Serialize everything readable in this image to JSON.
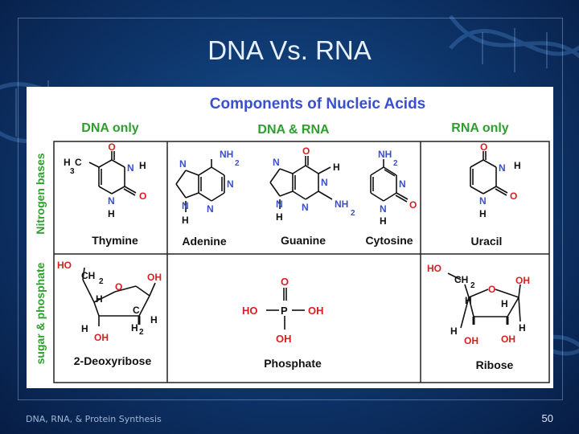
{
  "slide": {
    "title": "DNA Vs. RNA",
    "footer": "DNA, RNA, & Protein Synthesis",
    "page_number": "50"
  },
  "figure": {
    "heading": "Components of Nucleic Acids",
    "columns": [
      "DNA only",
      "DNA & RNA",
      "RNA only"
    ],
    "row_labels": [
      "Nitrogen bases",
      "sugar & phosphate"
    ],
    "bases": [
      "Thymine",
      "Adenine",
      "Guanine",
      "Cytosine",
      "Uracil"
    ],
    "sugars": [
      "2-Deoxyribose",
      "Phosphate",
      "Ribose"
    ],
    "atoms": {
      "H": "H",
      "C": "C",
      "N": "N",
      "O": "O",
      "P": "P",
      "NH": "NH",
      "OH": "OH",
      "HO": "HO",
      "CH": "CH",
      "sub2": "2",
      "sub3": "3"
    }
  },
  "colors": {
    "accent_blue": "#3a4fd0",
    "label_green": "#2f9e2f",
    "atom_red": "#d82020"
  }
}
